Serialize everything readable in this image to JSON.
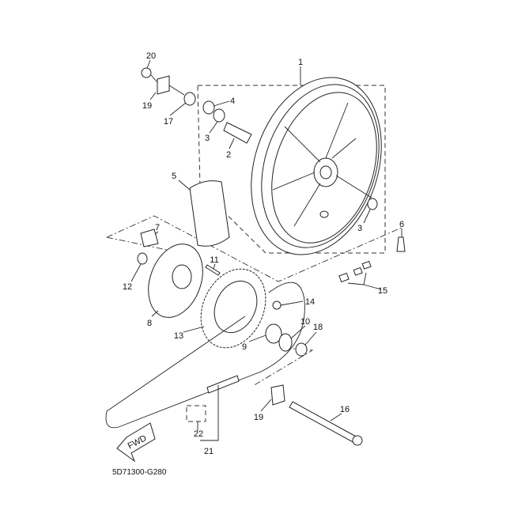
{
  "diagram": {
    "drawing_code": "5D71300-G280",
    "fwd_label": "FWD",
    "callouts": {
      "c1": "1",
      "c2": "2",
      "c3a": "3",
      "c3b": "3",
      "c4": "4",
      "c5": "5",
      "c6": "6",
      "c7": "7",
      "c8": "8",
      "c9": "9",
      "c10": "10",
      "c11": "11",
      "c12": "12",
      "c13": "13",
      "c14": "14",
      "c15": "15",
      "c16": "16",
      "c17": "17",
      "c18": "18",
      "c19a": "19",
      "c19b": "19",
      "c20": "20",
      "c21": "21",
      "c22": "22"
    }
  }
}
